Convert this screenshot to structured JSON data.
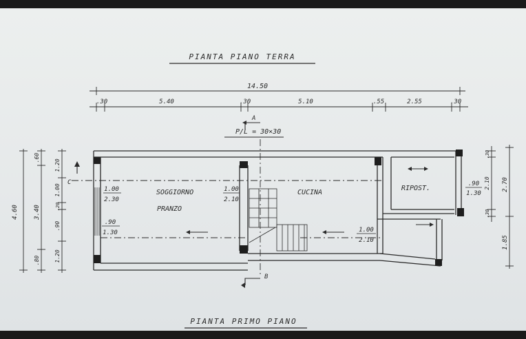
{
  "title_top": "PIANTA PIANO TERRA",
  "title_bottom": "PIANTA PRIMO PIANO",
  "dims_top": {
    "total": "14.50",
    "segments": [
      ".30",
      "5.40",
      ".30",
      "5.10",
      ".55",
      "2.55",
      ".30"
    ]
  },
  "dims_left": {
    "outer_total": "4.60",
    "mid_total": "3.40",
    "mid_top": ".60",
    "mid_bottom": ".80",
    "inner": [
      "1.20",
      "1.00",
      ".20",
      ".90",
      "1.20"
    ]
  },
  "dims_right": {
    "inner": [
      ".30",
      "2.10",
      ".30"
    ],
    "outer": [
      "2.70",
      "1.85"
    ]
  },
  "section_labels": {
    "A": "A",
    "B": "B",
    "C": "C"
  },
  "pilaster": "P/L = 30×30",
  "rooms": {
    "soggiorno": "SOGGIORNO",
    "pranzo": "PRANZO",
    "cucina": "CUCINA",
    "ripost": "RIPOST."
  },
  "openings": {
    "w1_top": "1.00",
    "w1_bot": "2.30",
    "w2_top": ".90",
    "w2_bot": "1.30",
    "d1_top": "1.00",
    "d1_bot": "2.10",
    "d2_top": "1.00",
    "d2_bot": "2.10",
    "w3_top": ".90",
    "w3_bot": "1.30"
  }
}
